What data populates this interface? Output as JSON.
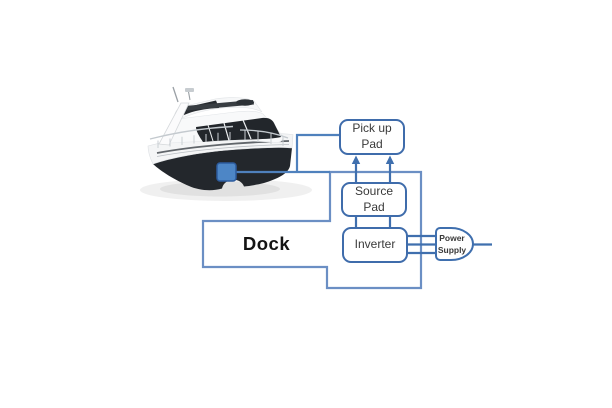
{
  "diagram": {
    "boxes": {
      "pickup_pad": {
        "label": "Pick up\nPad"
      },
      "source_pad": {
        "label": "Source\nPad"
      },
      "inverter": {
        "label": "Inverter"
      },
      "dock": {
        "label": "Dock"
      },
      "power_supply": {
        "label": "Power\nSupply"
      }
    },
    "icons": {
      "boat": "catamaran-yacht-render",
      "boat_pad": "wireless-charging-pad"
    },
    "colors": {
      "connector_blue": "#4f81bd",
      "box_border_blue": "#3f6cab",
      "dock_outline_blue": "#6b8fc4",
      "pad_fill_blue": "#4d86c6",
      "hull_dark": "#23272c",
      "label_text": "#3a3a3a"
    }
  }
}
